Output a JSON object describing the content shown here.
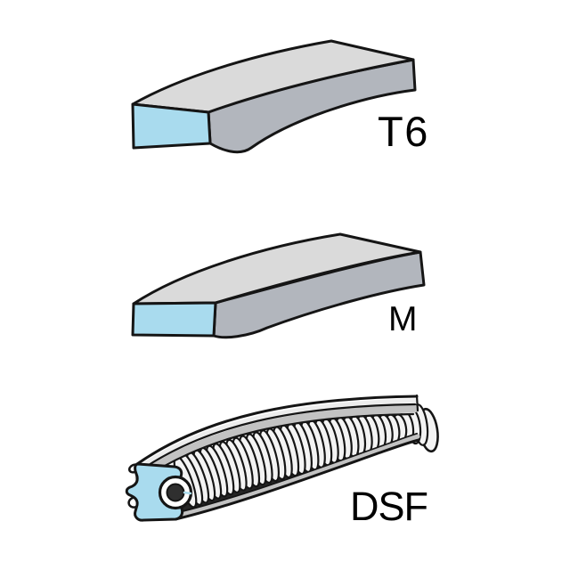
{
  "page": {
    "background": "#ffffff"
  },
  "rings": [
    {
      "id": "t6",
      "label": "T6"
    },
    {
      "id": "m",
      "label": "M"
    },
    {
      "id": "dsf",
      "label": "DSF"
    }
  ],
  "colors": {
    "page_bg": "#ffffff",
    "outline": "#151515",
    "cross_section_blue": "#a9dbee",
    "top_face": "#dadada",
    "front_face": "#b2b6bd",
    "rail_gray": "#c2c2c2",
    "rail_light": "#ededed",
    "coil_fill": "#f3f3f3",
    "coil_dark": "#262626",
    "circle_core": "#2f2f2f",
    "label_text": "#000000"
  }
}
